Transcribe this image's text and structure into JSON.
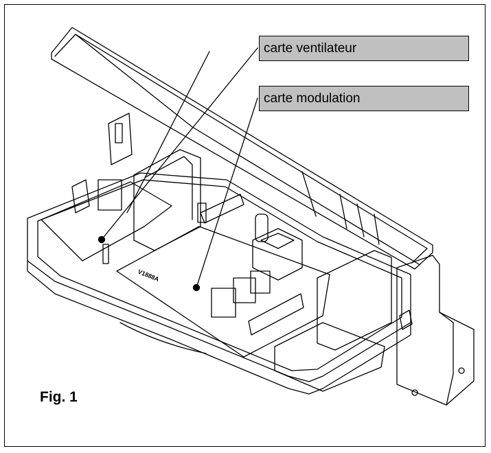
{
  "callouts": [
    {
      "label": "carte ventilateur",
      "fill": "#c0c0c0"
    },
    {
      "label": "carte modulation",
      "fill": "#c0c0c0"
    }
  ],
  "figure_label": "Fig. 1",
  "board_marking": "V1888A",
  "line_color": "#000000"
}
